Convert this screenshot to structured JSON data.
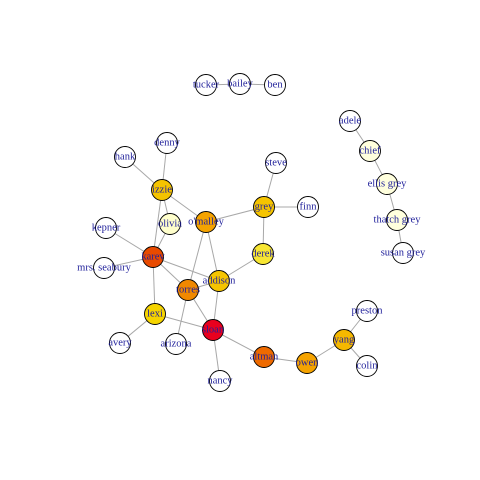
{
  "nodes": [
    {
      "id": "tucker",
      "label": "tucker",
      "color": "#ffffff"
    },
    {
      "id": "bailey",
      "label": "bailey",
      "color": "#ffffff"
    },
    {
      "id": "ben",
      "label": "ben",
      "color": "#ffffff"
    },
    {
      "id": "adele",
      "label": "adele",
      "color": "#ffffff"
    },
    {
      "id": "chief",
      "label": "chief",
      "color": "#ffffdd"
    },
    {
      "id": "ellis-grey",
      "label": "ellis grey",
      "color": "#ffffdd"
    },
    {
      "id": "thatch-grey",
      "label": "thatch grey",
      "color": "#ffffdd"
    },
    {
      "id": "susan-grey",
      "label": "susan grey",
      "color": "#ffffff"
    },
    {
      "id": "denny",
      "label": "denny",
      "color": "#ffffff"
    },
    {
      "id": "hank",
      "label": "hank",
      "color": "#ffffff"
    },
    {
      "id": "izzie",
      "label": "izzie",
      "color": "#f5c400"
    },
    {
      "id": "steve",
      "label": "steve",
      "color": "#ffffff"
    },
    {
      "id": "grey",
      "label": "grey",
      "color": "#f5c400"
    },
    {
      "id": "finn",
      "label": "finn",
      "color": "#ffffff"
    },
    {
      "id": "olivia",
      "label": "olivia",
      "color": "#ffffcc"
    },
    {
      "id": "omalley",
      "label": "o'malley",
      "color": "#f5a300"
    },
    {
      "id": "kepner",
      "label": "kepner",
      "color": "#ffffff"
    },
    {
      "id": "karev",
      "label": "karev",
      "color": "#e84a00"
    },
    {
      "id": "derek",
      "label": "derek",
      "color": "#f7e633"
    },
    {
      "id": "mrs-seabury",
      "label": "mrs. seabury",
      "color": "#ffffff"
    },
    {
      "id": "addison",
      "label": "addison",
      "color": "#f5c400"
    },
    {
      "id": "torres",
      "label": "torres",
      "color": "#f08800"
    },
    {
      "id": "lexi",
      "label": "lexi",
      "color": "#f5d400"
    },
    {
      "id": "preston",
      "label": "preston",
      "color": "#ffffff"
    },
    {
      "id": "yang",
      "label": "yang",
      "color": "#f5b800"
    },
    {
      "id": "sloan",
      "label": "sloan",
      "color": "#e8001e"
    },
    {
      "id": "avery",
      "label": "avery",
      "color": "#ffffff"
    },
    {
      "id": "arizona",
      "label": "arizona",
      "color": "#ffffff"
    },
    {
      "id": "altman",
      "label": "altman",
      "color": "#ee6a00"
    },
    {
      "id": "owen",
      "label": "owen",
      "color": "#f5a300"
    },
    {
      "id": "colin",
      "label": "colin",
      "color": "#ffffff"
    },
    {
      "id": "nancy",
      "label": "nancy",
      "color": "#ffffff"
    }
  ],
  "edges": [
    [
      "tucker",
      "bailey"
    ],
    [
      "bailey",
      "ben"
    ],
    [
      "adele",
      "chief"
    ],
    [
      "chief",
      "ellis-grey"
    ],
    [
      "ellis-grey",
      "thatch-grey"
    ],
    [
      "thatch-grey",
      "susan-grey"
    ],
    [
      "denny",
      "izzie"
    ],
    [
      "hank",
      "izzie"
    ],
    [
      "izzie",
      "olivia"
    ],
    [
      "izzie",
      "karev"
    ],
    [
      "izzie",
      "omalley"
    ],
    [
      "steve",
      "grey"
    ],
    [
      "grey",
      "finn"
    ],
    [
      "grey",
      "omalley"
    ],
    [
      "grey",
      "derek"
    ],
    [
      "omalley",
      "torres"
    ],
    [
      "omalley",
      "addison"
    ],
    [
      "kepner",
      "karev"
    ],
    [
      "mrs-seabury",
      "karev"
    ],
    [
      "karev",
      "olivia"
    ],
    [
      "karev",
      "lexi"
    ],
    [
      "karev",
      "addison"
    ],
    [
      "karev",
      "torres"
    ],
    [
      "derek",
      "addison"
    ],
    [
      "addison",
      "sloan"
    ],
    [
      "addison",
      "torres"
    ],
    [
      "torres",
      "sloan"
    ],
    [
      "torres",
      "arizona"
    ],
    [
      "lexi",
      "avery"
    ],
    [
      "lexi",
      "sloan"
    ],
    [
      "sloan",
      "nancy"
    ],
    [
      "sloan",
      "altman"
    ],
    [
      "altman",
      "owen"
    ],
    [
      "owen",
      "yang"
    ],
    [
      "yang",
      "preston"
    ],
    [
      "yang",
      "colin"
    ]
  ]
}
